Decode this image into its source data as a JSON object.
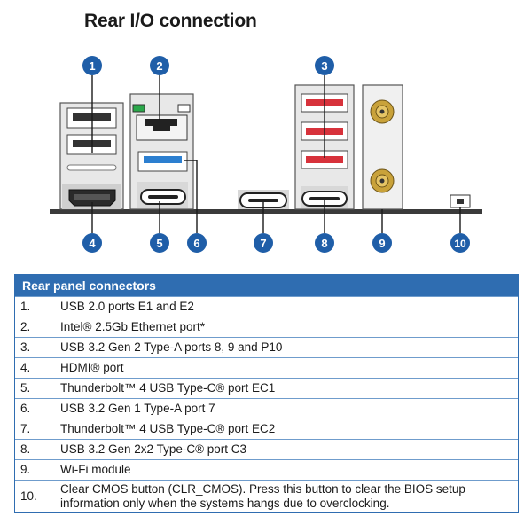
{
  "title": "Rear I/O connection",
  "callouts": [
    "1",
    "2",
    "3",
    "4",
    "5",
    "6",
    "7",
    "8",
    "9",
    "10"
  ],
  "table": {
    "header": "Rear panel connectors",
    "rows": [
      {
        "num": "1.",
        "text": "USB 2.0 ports E1 and E2"
      },
      {
        "num": "2.",
        "text": "Intel® 2.5Gb Ethernet port*"
      },
      {
        "num": "3.",
        "text": "USB 3.2 Gen 2 Type-A ports 8, 9 and P10"
      },
      {
        "num": "4.",
        "text": "HDMI® port"
      },
      {
        "num": "5.",
        "text": "Thunderbolt™ 4 USB Type-C® port EC1"
      },
      {
        "num": "6.",
        "text": "USB 3.2 Gen 1 Type-A port 7"
      },
      {
        "num": "7.",
        "text": "Thunderbolt™ 4 USB Type-C® port EC2"
      },
      {
        "num": "8.",
        "text": "USB 3.2 Gen 2x2 Type-C® port C3"
      },
      {
        "num": "9.",
        "text": "Wi-Fi module"
      },
      {
        "num": "10.",
        "text": "Clear CMOS button (CLR_CMOS). Press this button to clear the BIOS setup information only when the systems hangs due to overclocking."
      }
    ]
  },
  "colors": {
    "accent_blue": "#2f6db1",
    "callout_blue": "#1f5ea8",
    "usb3_red": "#d7323b",
    "usb31_blue": "#2c7fd0",
    "led_green": "#2aa84a",
    "antenna_gold": "#c9a23a"
  }
}
